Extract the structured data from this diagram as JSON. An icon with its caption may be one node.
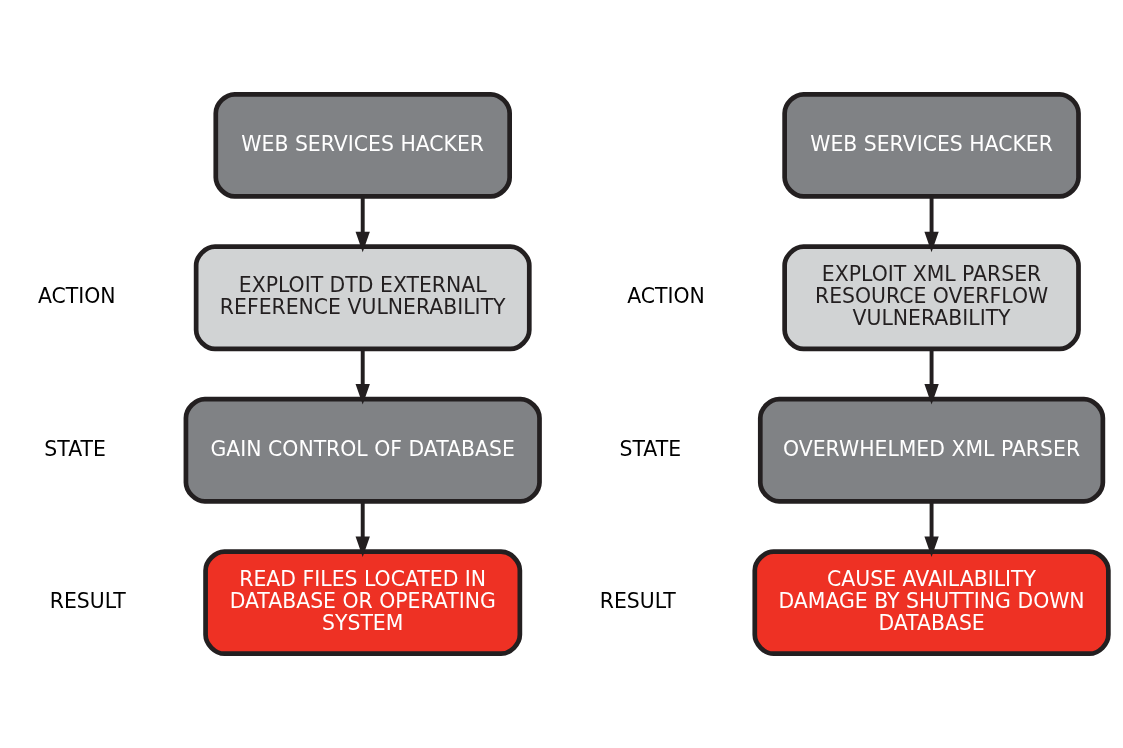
{
  "diagram": {
    "nodes": [
      {
        "text": [
          "WEB SERVICES HACKER"
        ]
      },
      {
        "text": [
          "EXPLOIT DTD EXTERNAL REFERENCE VULNERABILITY"
        ]
      },
      {
        "text": [
          "GAIN CONTROL OF DATABASE"
        ]
      },
      {
        "text": [
          "READ FILES LOCATED IN DATABASE OR OPERATING SYSTEM"
        ]
      },
      {
        "text": [
          "WEB SERVICES HACKER"
        ]
      },
      {
        "text": [
          "EXPLOIT XML PARSER RESOURCE OVERFLOW VULNERABILITY"
        ]
      },
      {
        "text": [
          "OVERWHELMED XML PARSER"
        ]
      },
      {
        "text": [
          "CAUSE AVAILABILITY DAMAGE BY SHUTTING DOWN DATABASE"
        ]
      }
    ],
    "edges": [
      {
        "from": 0,
        "to": 1,
        "arrow": "to"
      },
      {
        "from": 1,
        "to": 2,
        "arrow": "to"
      },
      {
        "from": 2,
        "to": 3,
        "arrow": "to"
      },
      {
        "from": 4,
        "to": 5,
        "arrow": "to"
      },
      {
        "from": 5,
        "to": 6,
        "arrow": "to"
      },
      {
        "from": 6,
        "to": 7,
        "arrow": "to"
      }
    ],
    "labels": [
      "ACTION",
      "STATE",
      "RESULT",
      "ACTION",
      "STATE",
      "RESULT"
    ]
  }
}
